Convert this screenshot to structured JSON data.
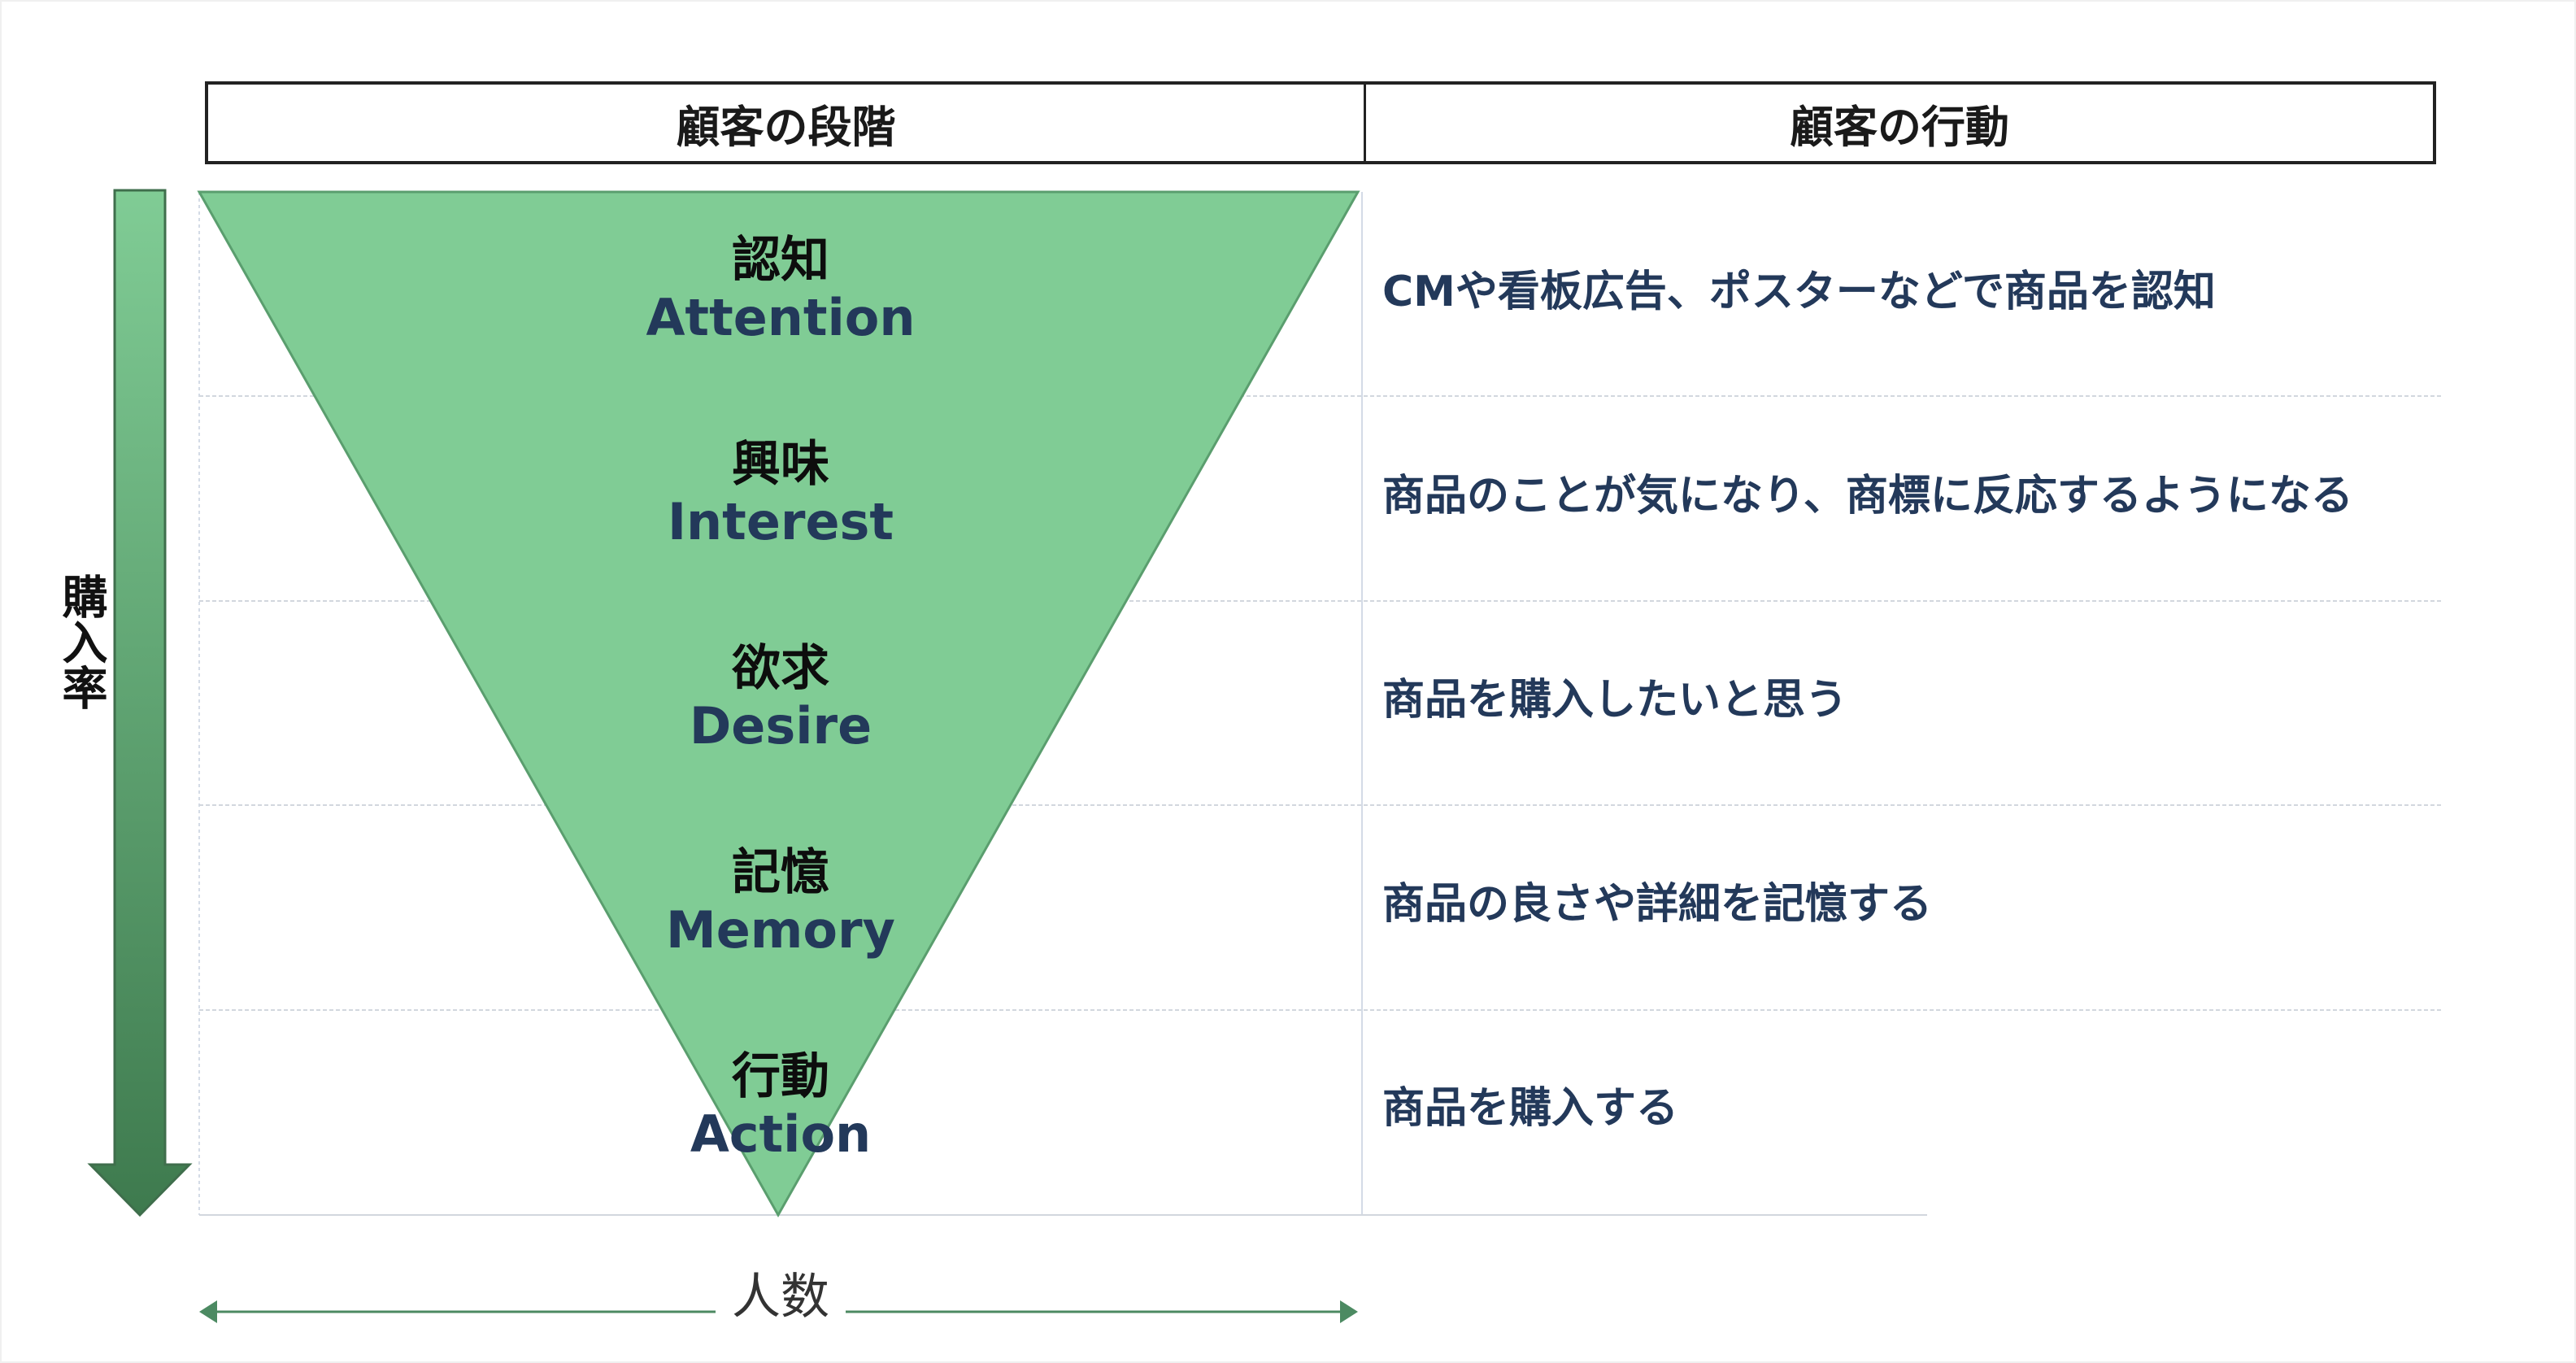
{
  "header": {
    "stage_title": "顧客の段階",
    "behavior_title": "顧客の行動"
  },
  "axes": {
    "vertical_label": "購入率",
    "horizontal_label": "人数"
  },
  "stages": [
    {
      "jp": "認知",
      "en": "Attention",
      "behavior": "CMや看板広告、ポスターなどで商品を認知"
    },
    {
      "jp": "興味",
      "en": "Interest",
      "behavior": "商品のことが気になり、商標に反応するようになる"
    },
    {
      "jp": "欲求",
      "en": "Desire",
      "behavior": "商品を購入したいと思う"
    },
    {
      "jp": "記憶",
      "en": "Memory",
      "behavior": "商品の良さや詳細を記憶する"
    },
    {
      "jp": "行動",
      "en": "Action",
      "behavior": "商品を購入する"
    }
  ],
  "colors": {
    "funnel": "#80cc95",
    "arrow_top": "#80cc95",
    "arrow_bottom": "#3e7a4e",
    "horizontal_arrow": "#4c8a62"
  }
}
